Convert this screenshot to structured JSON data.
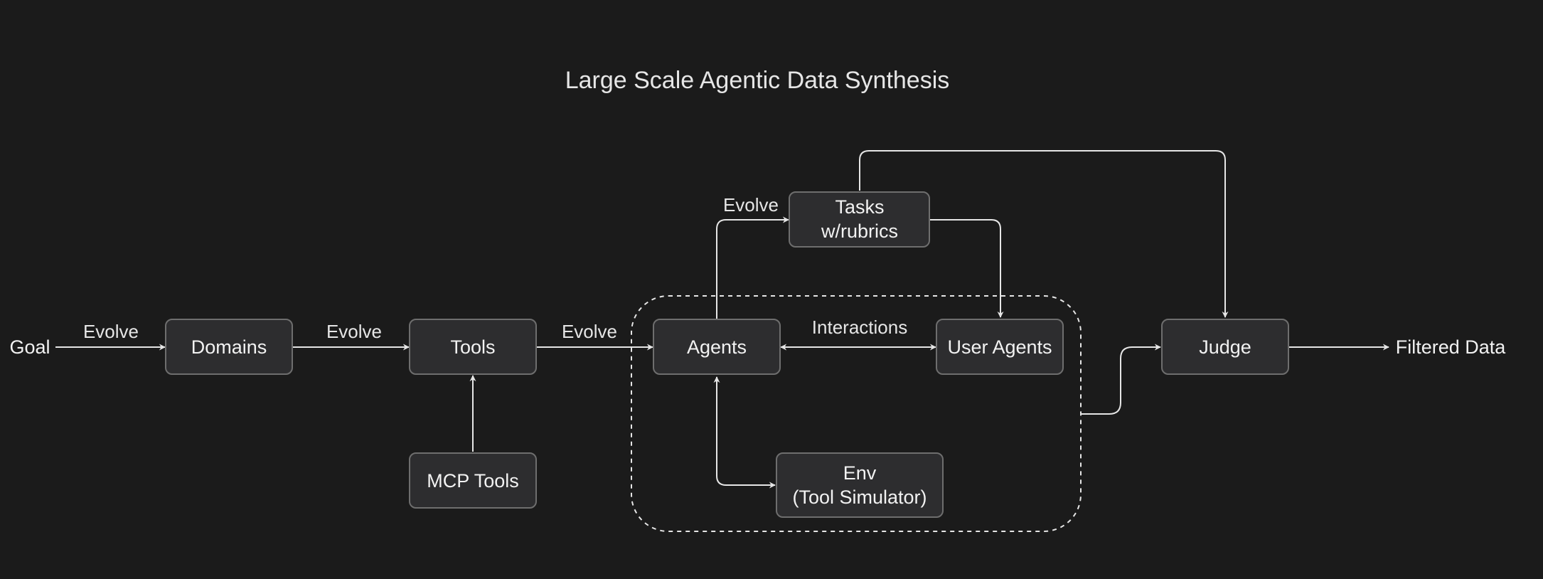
{
  "title": "Large Scale Agentic Data Synthesis",
  "nodes": {
    "goal": "Goal",
    "domains": "Domains",
    "tools": "Tools",
    "mcp_tools": "MCP Tools",
    "agents": "Agents",
    "tasks_line1": "Tasks",
    "tasks_line2": "w/rubrics",
    "user_agents": "User Agents",
    "env_line1": "Env",
    "env_line2": "(Tool Simulator)",
    "judge": "Judge",
    "filtered_data": "Filtered Data"
  },
  "edges": {
    "goal_to_domains": "Evolve",
    "domains_to_tools": "Evolve",
    "tools_to_agents": "Evolve",
    "agents_to_tasks": "Evolve",
    "agents_user_agents": "Interactions"
  }
}
